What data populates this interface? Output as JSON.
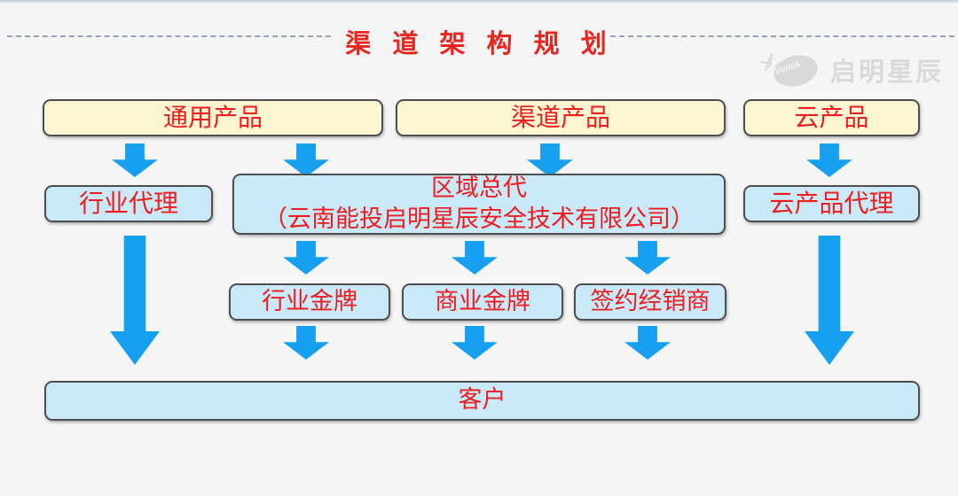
{
  "page": {
    "title_text": "渠 道 架 构 规 划"
  },
  "logo": {
    "brand": "启明星辰",
    "icon_text": "Venus"
  },
  "colors": {
    "background": "#f5f5f6",
    "title_red": "#e8251f",
    "text_red": "#ee1c1c",
    "box_yellow": "#fcf5d2",
    "box_blue": "#c9e9f9",
    "box_border": "#4d4d4d",
    "arrow_blue": "#18a0f0",
    "dash_line": "#97a1b5",
    "logo_gray": "#d9d9d9"
  },
  "nodes": {
    "general_products": "通用产品",
    "channel_products": "渠道产品",
    "cloud_products": "云产品",
    "industry_agent": "行业代理",
    "regional_distributor_title": "区域总代",
    "regional_distributor_sub": "（云南能投启明星辰安全技术有限公司）",
    "cloud_product_agent": "云产品代理",
    "industry_gold": "行业金牌",
    "commercial_gold": "商业金牌",
    "signed_dealer": "签约经销商",
    "customer": "客户"
  }
}
